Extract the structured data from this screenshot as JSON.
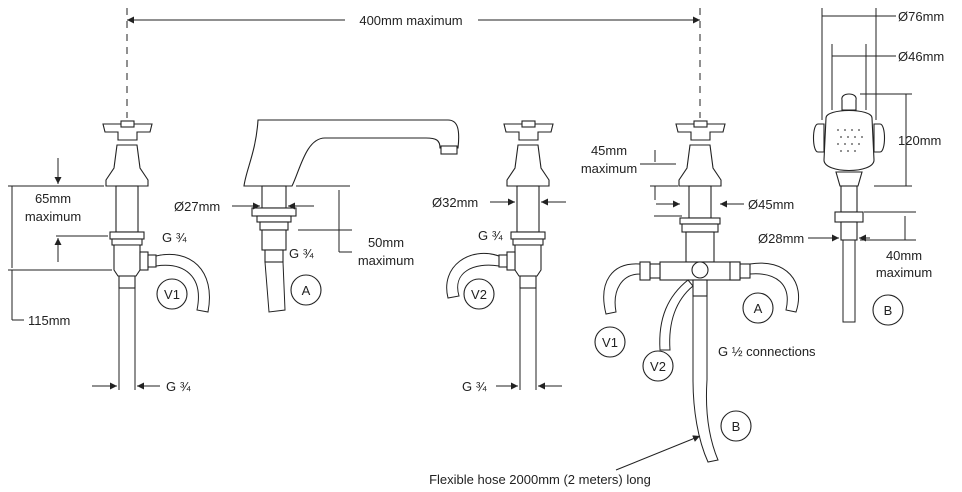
{
  "dimensions": {
    "overall_width": "400mm maximum",
    "shower_head_outer": "Ø76mm",
    "shower_head_inner": "Ø46mm",
    "shower_head_height": "120mm",
    "handset_connector": "Ø28mm",
    "handset_clearance_value": "40mm",
    "handset_clearance_note": "maximum",
    "deck_thickness_value": "65mm",
    "deck_thickness_note": "maximum",
    "tail_length": "115mm",
    "valve_tail_thread_left": "G ¾",
    "valve_outlet_thread_left": "G ¾",
    "spout_diameter": "Ø27mm",
    "spout_thread": "G ¾",
    "spout_clearance_value": "50mm",
    "spout_clearance_note": "maximum",
    "right_valve_diameter": "Ø32mm",
    "right_valve_outlet_thread": "G ¾",
    "right_valve_tail_thread": "G ¾",
    "diverter_height_value": "45mm",
    "diverter_height_note": "maximum",
    "diverter_diameter": "Ø45mm",
    "connections": "G ½ connections",
    "flexible_hose": "Flexible hose 2000mm (2 meters) long"
  },
  "labels": {
    "v1_left": "V1",
    "spout_a": "A",
    "v2": "V2",
    "diverter_v1": "V1",
    "diverter_v2": "V2",
    "diverter_a": "A",
    "diverter_b": "B",
    "handset_b": "B"
  }
}
